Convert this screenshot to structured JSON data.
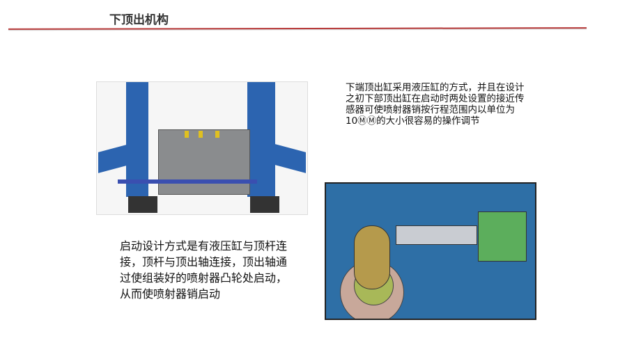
{
  "header": {
    "title": "下顶出机构"
  },
  "text_right": "下端顶出缸采用液压缸的方式，并且在设计之初下部顶出缸在启动时两处设置的接近传感器可使喷射器销按行程范围内以单位为10ⓂⓂ的大小很容易的操作调节",
  "text_left": "启动设计方式是有液压缸与顶杆连接，顶杆与顶出轴连接，顶出轴通过使组装好的喷射器凸轮处启动，从而使喷射器销启动"
}
